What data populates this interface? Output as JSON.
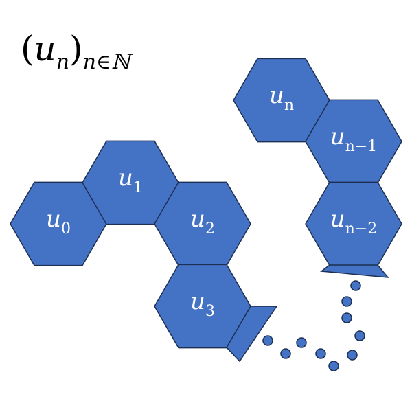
{
  "title": {
    "open": "(",
    "var": "u",
    "var_sub": "n",
    "close": ")",
    "index": "n∈ℕ"
  },
  "cells": [
    {
      "var": "u",
      "sub": "0"
    },
    {
      "var": "u",
      "sub": "1"
    },
    {
      "var": "u",
      "sub": "2"
    },
    {
      "var": "u",
      "sub": "3"
    },
    {
      "var": "u",
      "sub": "n"
    },
    {
      "var": "u",
      "sub": "n−1"
    },
    {
      "var": "u",
      "sub": "n−2"
    }
  ],
  "colors": {
    "cell": "#4472C4",
    "outline": "#1d2f52",
    "label": "#ffffff"
  }
}
